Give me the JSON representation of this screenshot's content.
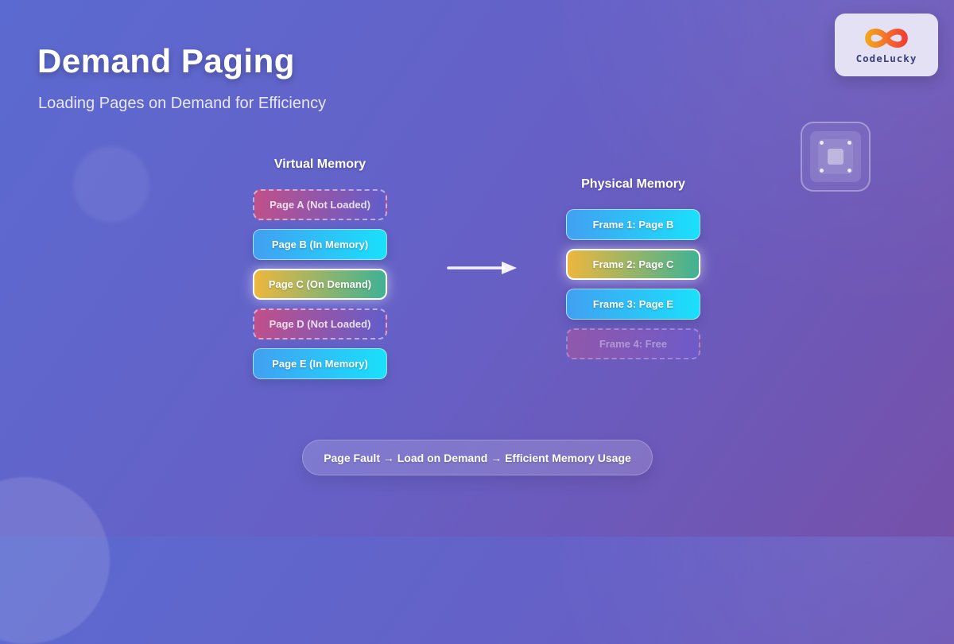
{
  "header": {
    "title": "Demand Paging",
    "subtitle": "Loading Pages on Demand for Efficiency"
  },
  "brand": {
    "name": "CodeLucky",
    "logo_icon": "infinity-icon",
    "logo_gradient": {
      "start": "#f6a21c",
      "end": "#ef4136"
    }
  },
  "decor": {
    "corner_icon": "memory-chip-icon"
  },
  "diagram": {
    "arrow_icon": "right-arrow-icon",
    "virtual_memory": {
      "title": "Virtual Memory",
      "pages": [
        {
          "label": "Page A (Not Loaded)",
          "state": "not-loaded"
        },
        {
          "label": "Page B (In Memory)",
          "state": "in-memory"
        },
        {
          "label": "Page C (On Demand)",
          "state": "on-demand"
        },
        {
          "label": "Page D (Not Loaded)",
          "state": "not-loaded"
        },
        {
          "label": "Page E (In Memory)",
          "state": "in-memory"
        }
      ]
    },
    "physical_memory": {
      "title": "Physical Memory",
      "frames": [
        {
          "label": "Frame 1: Page B",
          "state": "in-memory"
        },
        {
          "label": "Frame 2: Page C",
          "state": "on-demand"
        },
        {
          "label": "Frame 3: Page E",
          "state": "in-memory"
        },
        {
          "label": "Frame 4: Free",
          "state": "free"
        }
      ]
    }
  },
  "footer": {
    "caption": "Page Fault → Load on Demand → Efficient Memory Usage"
  },
  "colors": {
    "background_start": "#5b6ad0",
    "background_mid": "#6660c6",
    "background_end": "#7551aa",
    "in_memory_start": "#41a0f2",
    "in_memory_end": "#1ae0fb",
    "on_demand_start": "#edb73e",
    "on_demand_end": "#3fb295",
    "not_loaded_start": "#e74870",
    "not_loaded_end": "#5f5ccd",
    "brand_text": "#3a4077"
  }
}
